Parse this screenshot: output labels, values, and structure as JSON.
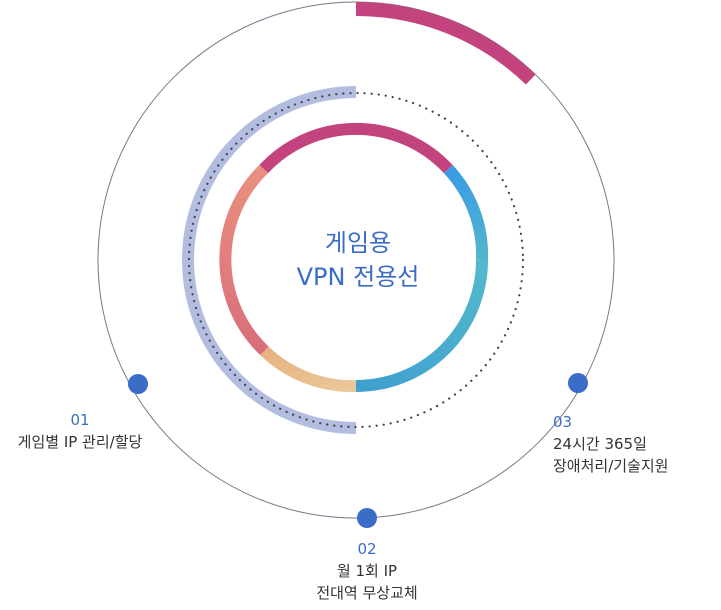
{
  "center": {
    "line1": "게임용",
    "line2": "VPN 전용선"
  },
  "items": [
    {
      "number": "01",
      "lines": [
        "게임별 IP 관리/할당"
      ]
    },
    {
      "number": "02",
      "lines": [
        "월 1회 IP",
        "전대역 무상교체"
      ]
    },
    {
      "number": "03",
      "lines": [
        "24시간 365일",
        "장애처리/기술지원"
      ]
    }
  ],
  "colors": {
    "accent_blue": "#3a6cc8",
    "outer_arc_magenta": "#c2437e",
    "outer_circle": "#77778a",
    "left_band": "#b2bde0",
    "ring_magenta": "#c2437e",
    "ring_blue": "#3a9be5",
    "ring_teal": "#53b6cc",
    "ring_peach": "#e5c08e",
    "ring_salmon": "#e07f7f"
  }
}
